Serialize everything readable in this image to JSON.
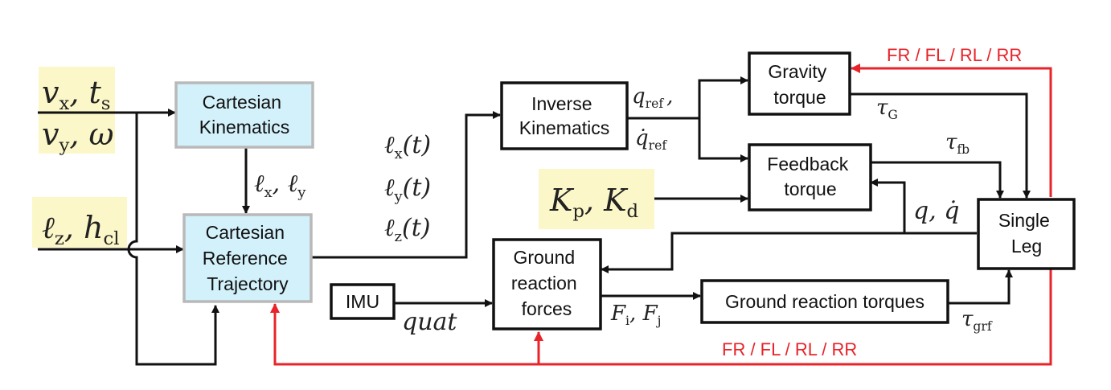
{
  "colors": {
    "signal": "#e8232a",
    "highlight": "#fbf7c8",
    "block_fill": "#d3f1fb"
  },
  "blocks": {
    "cartesian_kinematics": [
      "Cartesian",
      "Kinematics"
    ],
    "cartesian_reference_trajectory": [
      "Cartesian",
      "Reference",
      "Trajectory"
    ],
    "inverse_kinematics": [
      "Inverse",
      "Kinematics"
    ],
    "gravity_torque": [
      "Gravity",
      "torque"
    ],
    "feedback_torque": [
      "Feedback",
      "torque"
    ],
    "single_leg": [
      "Single",
      "Leg"
    ],
    "ground_reaction_forces": [
      "Ground",
      "reaction",
      "forces"
    ],
    "ground_reaction_torques": "Ground reaction torques",
    "imu": "IMU"
  },
  "signals": {
    "vx": "v",
    "vx_sub": "x",
    "ts": "t",
    "ts_sub": "s",
    "vy": "v",
    "vy_sub": "y",
    "omega": "ω",
    "lz": "ℓ",
    "lz_sub": "z",
    "hcl": "h",
    "hcl_sub": "cl",
    "lx_ly": {
      "l1": "ℓ",
      "s1": "x",
      "l2": "ℓ",
      "s2": "y"
    },
    "lx_t": {
      "l": "ℓ",
      "s": "x",
      "t": "(t)"
    },
    "ly_t": {
      "l": "ℓ",
      "s": "y",
      "t": "(t)"
    },
    "lz_t": {
      "l": "ℓ",
      "s": "z",
      "t": "(t)"
    },
    "q_ref": {
      "q": "q",
      "s": "ref",
      "comma": ","
    },
    "qdot_ref": {
      "q": "q̇",
      "s": "ref"
    },
    "tau_g": {
      "t": "τ",
      "s": "G"
    },
    "tau_fb": {
      "t": "τ",
      "s": "fb"
    },
    "tau_grf": {
      "t": "τ",
      "s": "grf"
    },
    "kp_kd": {
      "k1": "K",
      "s1": "p",
      "k2": "K",
      "s2": "d"
    },
    "q_qdot": {
      "q": "q",
      "qd": "q̇"
    },
    "quat": "quat",
    "fi_fj": {
      "f1": "F",
      "s1": "i",
      "f2": "F",
      "s2": "j"
    }
  },
  "feedback_labels": {
    "top": "FR / FL / RL / RR",
    "bottom": "FR / FL / RL / RR"
  }
}
